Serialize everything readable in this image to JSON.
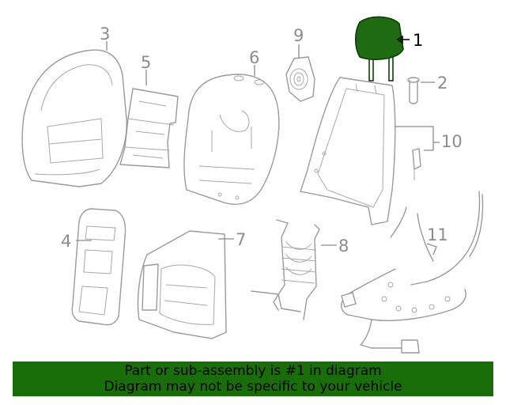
{
  "callouts": {
    "c1": "1",
    "c2": "2",
    "c3": "3",
    "c4": "4",
    "c5": "5",
    "c6": "6",
    "c7": "7",
    "c8": "8",
    "c9": "9",
    "c10": "10",
    "c11": "11"
  },
  "banner": {
    "line1": "Part or sub-assembly is #1 in diagram",
    "line2": "Diagram may not be specific to your vehicle"
  },
  "colors": {
    "highlight": "#1e6b12",
    "banner_bg": "#1a6e0a",
    "line_gray": "#9a9a9a"
  }
}
